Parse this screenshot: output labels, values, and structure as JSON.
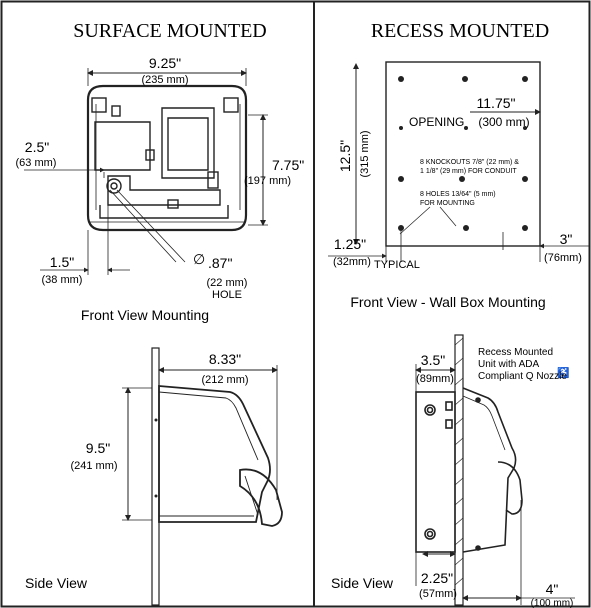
{
  "surface": {
    "title": "SURFACE MOUNTED",
    "width_in": "9.25\"",
    "width_mm": "(235 mm)",
    "left_in": "2.5\"",
    "left_mm": "(63 mm)",
    "height_in": "7.75\"",
    "height_mm": "(197 mm)",
    "bottom_in": "1.5\"",
    "bottom_mm": "(38 mm)",
    "hole_in": ".87\"",
    "hole_mm": "(22 mm)",
    "hole_label": "HOLE",
    "hole_symbol": "∅",
    "caption": "Front View Mounting",
    "side_depth_in": "8.33\"",
    "side_depth_mm": "(212 mm)",
    "side_height_in": "9.5\"",
    "side_height_mm": "(241 mm)",
    "side_caption": "Side View"
  },
  "recess": {
    "title": "RECESS MOUNTED",
    "opening_label": "OPENING",
    "opening_in": "11.75\"",
    "opening_mm": "(300 mm)",
    "height_in": "12.5\"",
    "height_mm": "(315 mm)",
    "knockouts_line1": "8 KNOCKOUTS 7/8\" (22 mm) &",
    "knockouts_line2": "1 1/8\" (29 mm) FOR CONDUIT",
    "holes_line1": "8 HOLES 13/64\" (5 mm)",
    "holes_line2": "FOR MOUNTING",
    "left_in": "1.25\"",
    "left_mm": "(32mm)",
    "typical": "TYPICAL",
    "right_in": "3\"",
    "right_mm": "(76mm)",
    "caption": "Front View  - Wall Box Mounting",
    "box_depth_in": "3.5\"",
    "box_depth_mm": "(89mm)",
    "note_line1": "Recess Mounted",
    "note_line2": "Unit with ADA",
    "note_line3": "Compliant Q Nozzle",
    "bottom_in": "2.25\"",
    "bottom_mm": "(57mm)",
    "proj_in": "4\"",
    "proj_mm": "(100 mm)",
    "side_caption": "Side View"
  }
}
